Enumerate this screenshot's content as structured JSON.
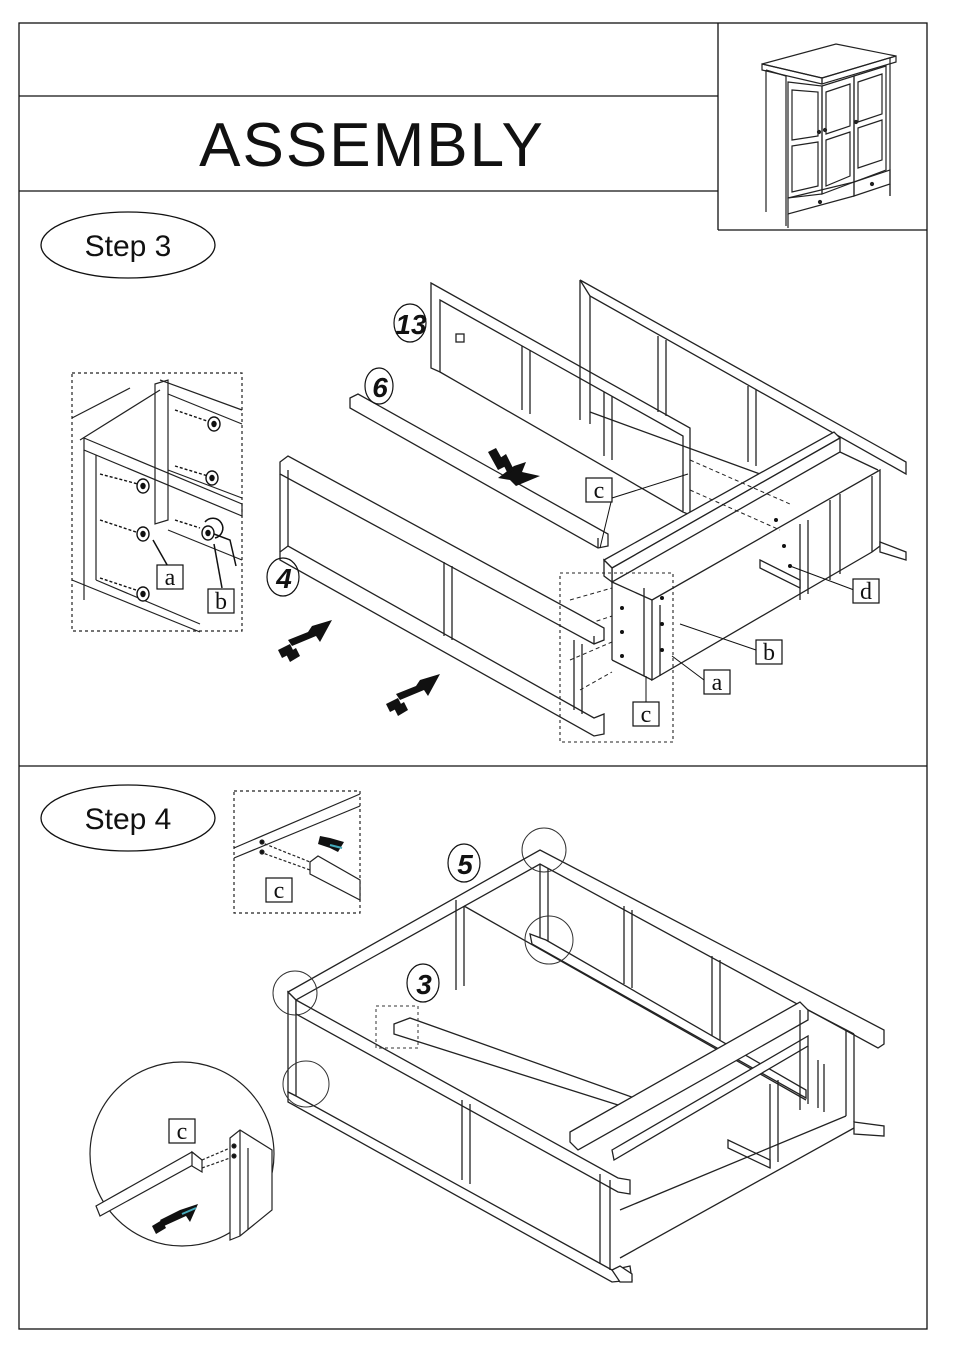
{
  "header": {
    "title": "ASSEMBLY"
  },
  "step3": {
    "label": "Step 3",
    "part_numbers": [
      "13",
      "6",
      "4"
    ],
    "detail_callouts": [
      "a",
      "b"
    ],
    "main_callouts": [
      "c",
      "d",
      "b",
      "a",
      "c"
    ]
  },
  "step4": {
    "label": "Step 4",
    "part_numbers": [
      "5",
      "3"
    ],
    "detail_callouts": [
      "c",
      "c"
    ]
  },
  "icons": [
    "wardrobe-thumbnail-icon",
    "screw-icon",
    "allen-key-icon",
    "insert-arrow-icon"
  ]
}
